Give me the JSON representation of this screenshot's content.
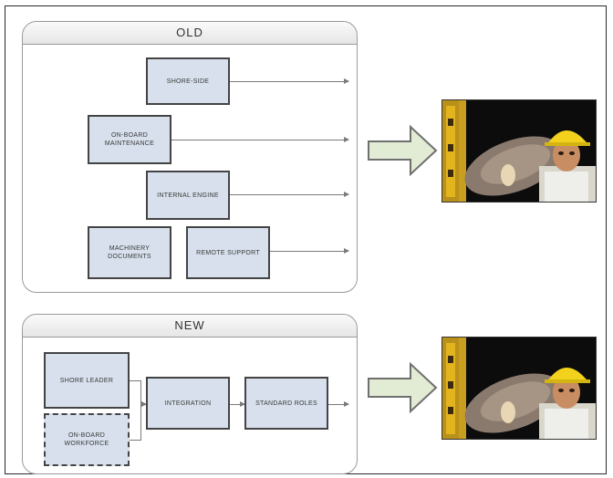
{
  "old_panel": {
    "title": "OLD",
    "boxes": [
      "SHORE-SIDE",
      "ON-BOARD MAINTENANCE",
      "INTERNAL ENGINE",
      "MACHINERY DOCUMENTS",
      "REMOTE SUPPORT"
    ]
  },
  "new_panel": {
    "title": "NEW",
    "boxes": [
      "SHORE LEADER",
      "ON-BOARD WORKFORCE",
      "INTEGRATION",
      "STANDARD ROLES"
    ]
  },
  "images": {
    "old": "photo of worker in yellow hard hat",
    "new": "photo of worker in yellow hard hat"
  },
  "colors": {
    "box_fill": "#d7e0ec",
    "box_border": "#444444",
    "arrow_fill": "#e2ecd4",
    "arrow_border": "#6f6f6f",
    "hat_yellow": "#f2d21c"
  }
}
